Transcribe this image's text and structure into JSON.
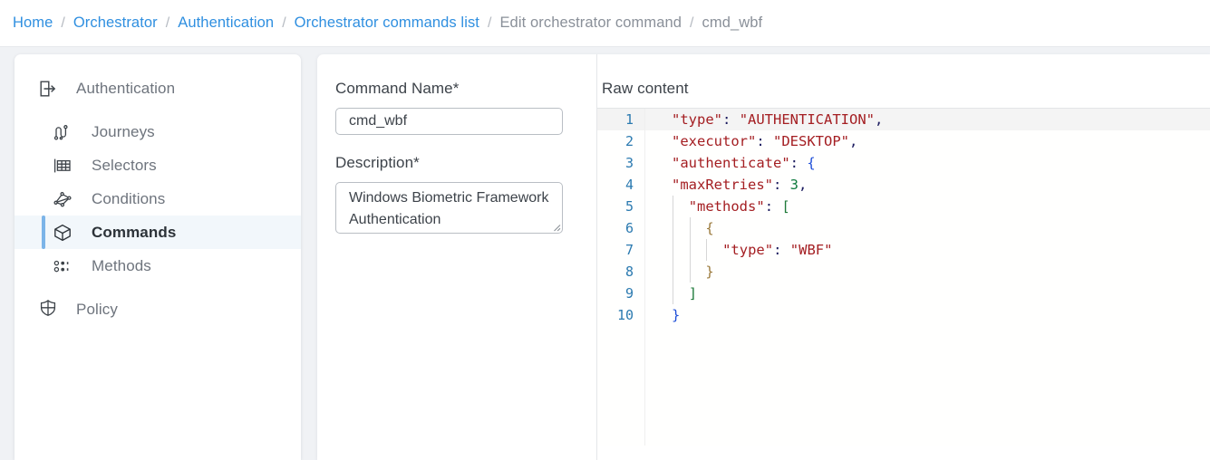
{
  "breadcrumb": {
    "separator": "/",
    "items": [
      {
        "label": "Home",
        "type": "link"
      },
      {
        "label": "Orchestrator",
        "type": "link"
      },
      {
        "label": "Authentication",
        "type": "link"
      },
      {
        "label": "Orchestrator commands list",
        "type": "link"
      },
      {
        "label": "Edit orchestrator command",
        "type": "muted"
      },
      {
        "label": "cmd_wbf",
        "type": "muted"
      }
    ]
  },
  "sidebar": {
    "header": {
      "label": "Authentication",
      "icon": "login-arrow-icon"
    },
    "items": [
      {
        "label": "Journeys",
        "icon": "journeys-icon",
        "active": false
      },
      {
        "label": "Selectors",
        "icon": "selectors-icon",
        "active": false
      },
      {
        "label": "Conditions",
        "icon": "conditions-icon",
        "active": false
      },
      {
        "label": "Commands",
        "icon": "commands-cube-icon",
        "active": true
      },
      {
        "label": "Methods",
        "icon": "methods-icon",
        "active": false
      }
    ],
    "footer": {
      "label": "Policy",
      "icon": "policy-shield-icon"
    },
    "active_accent": "#7cb4e8",
    "active_background": "#f2f7fb"
  },
  "form": {
    "command_name": {
      "label": "Command Name*",
      "value": "cmd_wbf",
      "placeholder": ""
    },
    "description": {
      "label": "Description*",
      "value": "Windows Biometric Framework Authentication",
      "placeholder": "",
      "resize_handle": "resize-grip-icon"
    }
  },
  "editor": {
    "label": "Raw content",
    "active_line": 1,
    "line_numbers": [
      "1",
      "2",
      "3",
      "4",
      "5",
      "6",
      "7",
      "8",
      "9",
      "10"
    ],
    "lines": [
      {
        "n": 1,
        "indent": 0,
        "guides": 0,
        "tokens": [
          {
            "t": "\"type\"",
            "c": "key"
          },
          {
            "t": ":",
            "c": "punc"
          },
          {
            "t": " ",
            "c": "plain"
          },
          {
            "t": "\"AUTHENTICATION\"",
            "c": "str"
          },
          {
            "t": ",",
            "c": "punc"
          }
        ]
      },
      {
        "n": 2,
        "indent": 0,
        "guides": 0,
        "tokens": [
          {
            "t": "\"executor\"",
            "c": "key"
          },
          {
            "t": ":",
            "c": "punc"
          },
          {
            "t": " ",
            "c": "plain"
          },
          {
            "t": "\"DESKTOP\"",
            "c": "str"
          },
          {
            "t": ",",
            "c": "punc"
          }
        ]
      },
      {
        "n": 3,
        "indent": 0,
        "guides": 0,
        "tokens": [
          {
            "t": "\"authenticate\"",
            "c": "key"
          },
          {
            "t": ":",
            "c": "punc"
          },
          {
            "t": " ",
            "c": "plain"
          },
          {
            "t": "{",
            "c": "brace"
          }
        ]
      },
      {
        "n": 4,
        "indent": 0,
        "guides": 0,
        "tokens": [
          {
            "t": "\"maxRetries\"",
            "c": "key"
          },
          {
            "t": ":",
            "c": "punc"
          },
          {
            "t": " ",
            "c": "plain"
          },
          {
            "t": "3",
            "c": "num"
          },
          {
            "t": ",",
            "c": "punc"
          }
        ]
      },
      {
        "n": 5,
        "indent": 1,
        "guides": 1,
        "tokens": [
          {
            "t": "\"methods\"",
            "c": "key"
          },
          {
            "t": ":",
            "c": "punc"
          },
          {
            "t": " ",
            "c": "plain"
          },
          {
            "t": "[",
            "c": "brk"
          }
        ]
      },
      {
        "n": 6,
        "indent": 2,
        "guides": 2,
        "tokens": [
          {
            "t": "{",
            "c": "brace2"
          }
        ]
      },
      {
        "n": 7,
        "indent": 3,
        "guides": 3,
        "tokens": [
          {
            "t": "\"type\"",
            "c": "key"
          },
          {
            "t": ":",
            "c": "punc"
          },
          {
            "t": " ",
            "c": "plain"
          },
          {
            "t": "\"WBF\"",
            "c": "str"
          }
        ]
      },
      {
        "n": 8,
        "indent": 2,
        "guides": 2,
        "tokens": [
          {
            "t": "}",
            "c": "brace2"
          }
        ]
      },
      {
        "n": 9,
        "indent": 1,
        "guides": 1,
        "tokens": [
          {
            "t": "]",
            "c": "brk"
          }
        ]
      },
      {
        "n": 10,
        "indent": 0,
        "guides": 0,
        "tokens": [
          {
            "t": "}",
            "c": "brace"
          }
        ]
      }
    ]
  }
}
